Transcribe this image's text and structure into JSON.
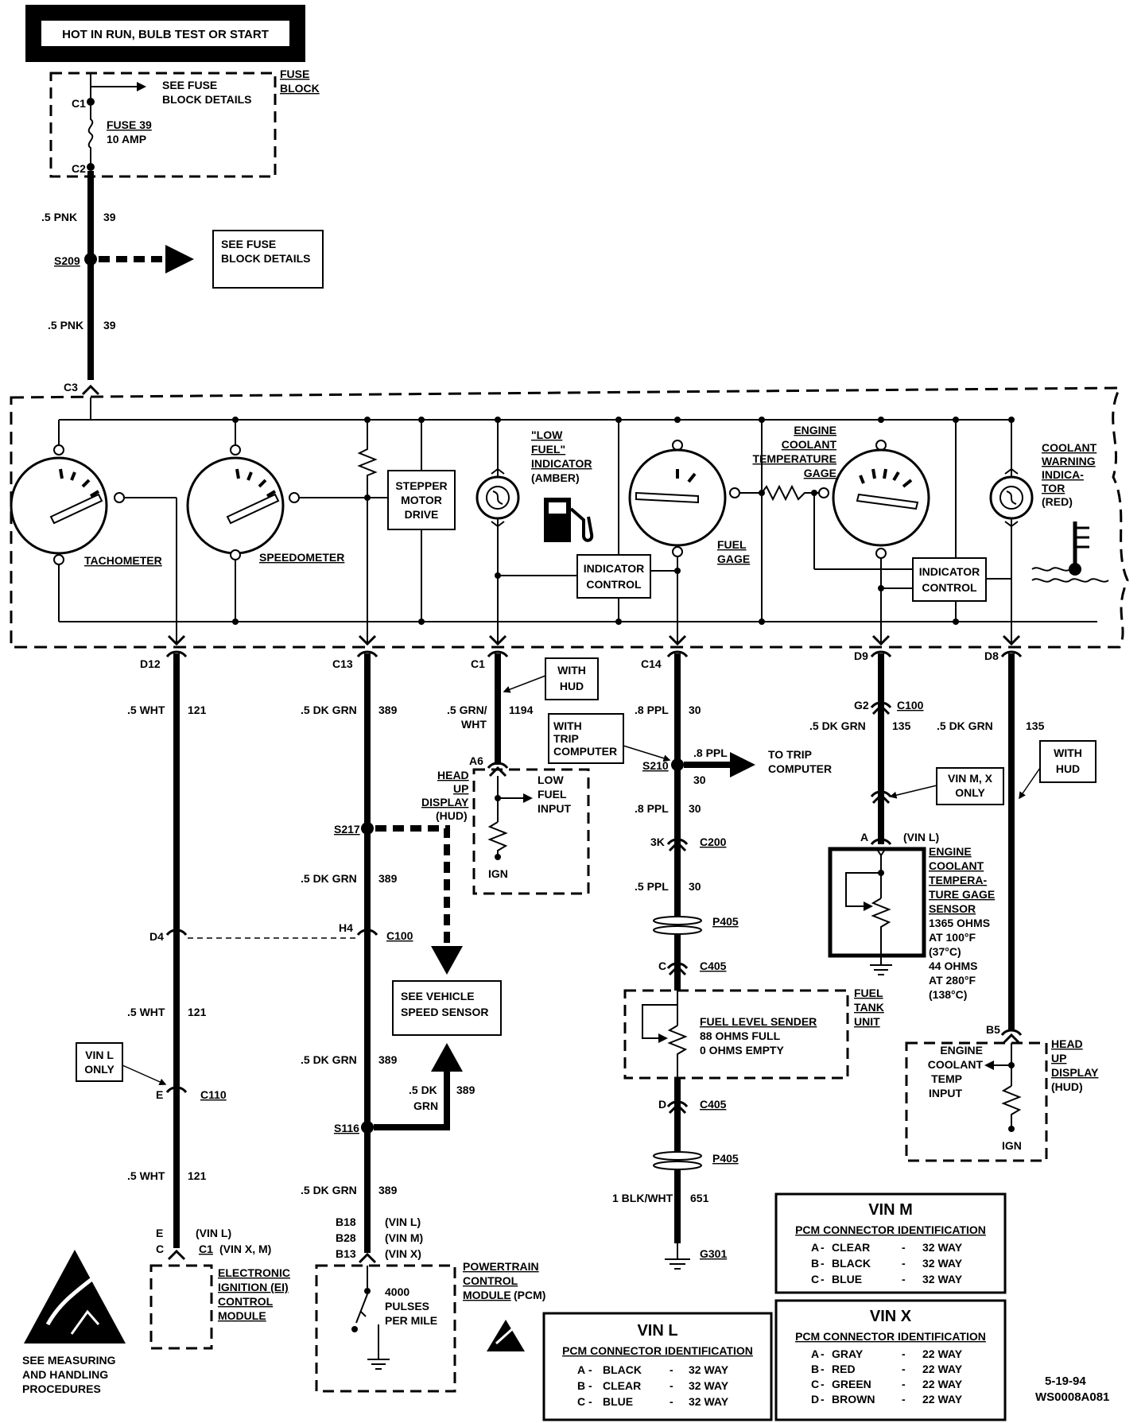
{
  "header": {
    "text": "HOT IN RUN, BULB TEST OR START"
  },
  "fuse_block": {
    "label_line1": "FUSE",
    "label_line2": "BLOCK",
    "c1": "C1",
    "c2": "C2",
    "see_line1": "SEE FUSE",
    "see_line2": "BLOCK DETAILS",
    "fuse_line1": "FUSE 39",
    "fuse_line2": "10 AMP"
  },
  "wire_top": {
    "w1_gauge": ".5 PNK",
    "w1_circuit": "39",
    "splice": "S209",
    "see_line1": "SEE FUSE",
    "see_line2": "BLOCK DETAILS",
    "w2_gauge": ".5 PNK",
    "w2_circuit": "39",
    "c3": "C3"
  },
  "cluster": {
    "tachometer": "TACHOMETER",
    "speedometer": "SPEEDOMETER",
    "stepper_line1": "STEPPER",
    "stepper_line2": "MOTOR",
    "stepper_line3": "DRIVE",
    "low_fuel_line1": "\"LOW",
    "low_fuel_line2": "FUEL\"",
    "low_fuel_line3": "INDICATOR",
    "low_fuel_line4": "(AMBER)",
    "indicator_control_line1": "INDICATOR",
    "indicator_control_line2": "CONTROL",
    "fuel_gage_line1": "FUEL",
    "fuel_gage_line2": "GAGE",
    "ect_gage_line1": "ENGINE",
    "ect_gage_line2": "COOLANT",
    "ect_gage_line3": "TEMPERATURE",
    "ect_gage_line4": "GAGE",
    "cw_line1": "COOLANT",
    "cw_line2": "WARNING",
    "cw_line3": "INDICA-",
    "cw_line4": "TOR",
    "cw_line5": "(RED)"
  },
  "col1": {
    "conn_top": "D12",
    "w1_gauge": ".5 WHT",
    "w1_circuit": "121",
    "d4": "D4",
    "w2_gauge": ".5 WHT",
    "w2_circuit": "121",
    "vin_only_line1": "VIN L",
    "vin_only_line2": "ONLY",
    "c110_pin": "E",
    "c110": "C110",
    "w3_gauge": ".5 WHT",
    "w3_circuit": "121",
    "pin_e": "E",
    "pin_e_note": "(VIN L)",
    "pin_c": "C",
    "pin_c_conn": "C1",
    "pin_c_note": "(VIN X, M)",
    "ei_line1": "ELECTRONIC",
    "ei_line2": "IGNITION (EI)",
    "ei_line3": "CONTROL",
    "ei_line4": "MODULE"
  },
  "col2": {
    "conn_top": "C13",
    "w1_gauge": ".5 DK GRN",
    "w1_circuit": "389",
    "s217": "S217",
    "w2_gauge": ".5 DK GRN",
    "w2_circuit": "389",
    "h4": "H4",
    "c100": "C100",
    "vss_line1": "SEE VEHICLE",
    "vss_line2": "SPEED SENSOR",
    "w3_gauge": ".5 DK GRN",
    "w3_circuit": "389",
    "branch_gauge1": ".5 DK",
    "branch_gauge2": "GRN",
    "branch_circuit": "389",
    "s116": "S116",
    "w4_gauge": ".5 DK GRN",
    "w4_circuit": "389",
    "b18": "B18",
    "b18_note": "(VIN L)",
    "b28": "B28",
    "b28_note": "(VIN M)",
    "b13": "B13",
    "b13_note": "(VIN X)",
    "pulses_line1": "4000",
    "pulses_line2": "PULSES",
    "pulses_line3": "PER MILE",
    "pcm_line1": "POWERTRAIN",
    "pcm_line2": "CONTROL",
    "pcm_line3": "MODULE",
    "pcm_line4": "(PCM)"
  },
  "col3": {
    "conn_top": "C1",
    "with_hud_line1": "WITH",
    "with_hud_line2": "HUD",
    "w1_gauge1": ".5 GRN/",
    "w1_gauge2": "WHT",
    "w1_circuit": "1194",
    "a6": "A6",
    "hud_line1": "HEAD",
    "hud_line2": "UP",
    "hud_line3": "DISPLAY",
    "hud_line4": "(HUD)",
    "lfi_line1": "LOW",
    "lfi_line2": "FUEL",
    "lfi_line3": "INPUT",
    "ign": "IGN"
  },
  "col4": {
    "conn_top": "C14",
    "w1_gauge": ".8 PPL",
    "w1_circuit": "30",
    "trip_line1": "WITH",
    "trip_line2": "TRIP",
    "trip_line3": "COMPUTER",
    "s210": "S210",
    "s210_gauge": ".8 PPL",
    "s210_circuit": "30",
    "to_trip_line1": "TO TRIP",
    "to_trip_line2": "COMPUTER",
    "w2_gauge": ".8 PPL",
    "w2_circuit": "30",
    "c200_pin": "3K",
    "c200": "C200",
    "w3_gauge": ".5 PPL",
    "w3_circuit": "30",
    "p405a": "P405",
    "c405_pin_c": "C",
    "c405a": "C405",
    "fls_line1": "FUEL LEVEL SENDER",
    "fls_line2": "88 OHMS FULL",
    "fls_line3": "0 OHMS EMPTY",
    "ftu_line1": "FUEL",
    "ftu_line2": "TANK",
    "ftu_line3": "UNIT",
    "c405_pin_d": "D",
    "c405b": "C405",
    "p405b": "P405",
    "w4_gauge": "1 BLK/WHT",
    "w4_circuit": "651",
    "g301": "G301"
  },
  "col5": {
    "conn_top": "D9",
    "g2": "G2",
    "c100": "C100",
    "w1_gauge": ".5 DK GRN",
    "w1_circuit": "135",
    "vin_only_line1": "VIN M, X",
    "vin_only_line2": "ONLY",
    "pin_a": "A",
    "pin_a_note": "(VIN L)",
    "ects_line1": "ENGINE",
    "ects_line2": "COOLANT",
    "ects_line3": "TEMPERA-",
    "ects_line4": "TURE GAGE",
    "ects_line5": "SENSOR",
    "spec_line1": "1365 OHMS",
    "spec_line2": "AT 100°F",
    "spec_line3": "(37°C)",
    "spec_line4": "44 OHMS",
    "spec_line5": "AT 280°F",
    "spec_line6": "(138°C)"
  },
  "col6": {
    "conn_top": "D8",
    "w1_gauge": ".5 DK GRN",
    "w1_circuit": "135",
    "with_hud_line1": "WITH",
    "with_hud_line2": "HUD",
    "b5": "B5",
    "hud_line1": "HEAD",
    "hud_line2": "UP",
    "hud_line3": "DISPLAY",
    "hud_line4": "(HUD)",
    "ect_line1": "ENGINE",
    "ect_line2": "COOLANT",
    "ect_line3": "TEMP",
    "ect_line4": "INPUT",
    "ign": "IGN"
  },
  "esd_note": {
    "line1": "SEE MEASURING",
    "line2": "AND HANDLING",
    "line3": "PROCEDURES"
  },
  "tables": {
    "vin_m": {
      "title": "VIN M",
      "subtitle": "PCM CONNECTOR IDENTIFICATION",
      "rows": [
        {
          "pin": "A",
          "color": "CLEAR",
          "size": "32 WAY"
        },
        {
          "pin": "B",
          "color": "BLACK",
          "size": "32 WAY"
        },
        {
          "pin": "C",
          "color": "BLUE",
          "size": "32 WAY"
        }
      ]
    },
    "vin_l": {
      "title": "VIN L",
      "subtitle": "PCM CONNECTOR IDENTIFICATION",
      "rows": [
        {
          "pin": "A",
          "color": "BLACK",
          "size": "32 WAY"
        },
        {
          "pin": "B",
          "color": "CLEAR",
          "size": "32 WAY"
        },
        {
          "pin": "C",
          "color": "BLUE",
          "size": "32 WAY"
        }
      ]
    },
    "vin_x": {
      "title": "VIN X",
      "subtitle": "PCM CONNECTOR IDENTIFICATION",
      "rows": [
        {
          "pin": "A",
          "color": "GRAY",
          "size": "22 WAY"
        },
        {
          "pin": "B",
          "color": "RED",
          "size": "22 WAY"
        },
        {
          "pin": "C",
          "color": "GREEN",
          "size": "22 WAY"
        },
        {
          "pin": "D",
          "color": "BROWN",
          "size": "22 WAY"
        }
      ]
    }
  },
  "footer": {
    "date": "5-19-94",
    "code": "WS0008A081"
  }
}
